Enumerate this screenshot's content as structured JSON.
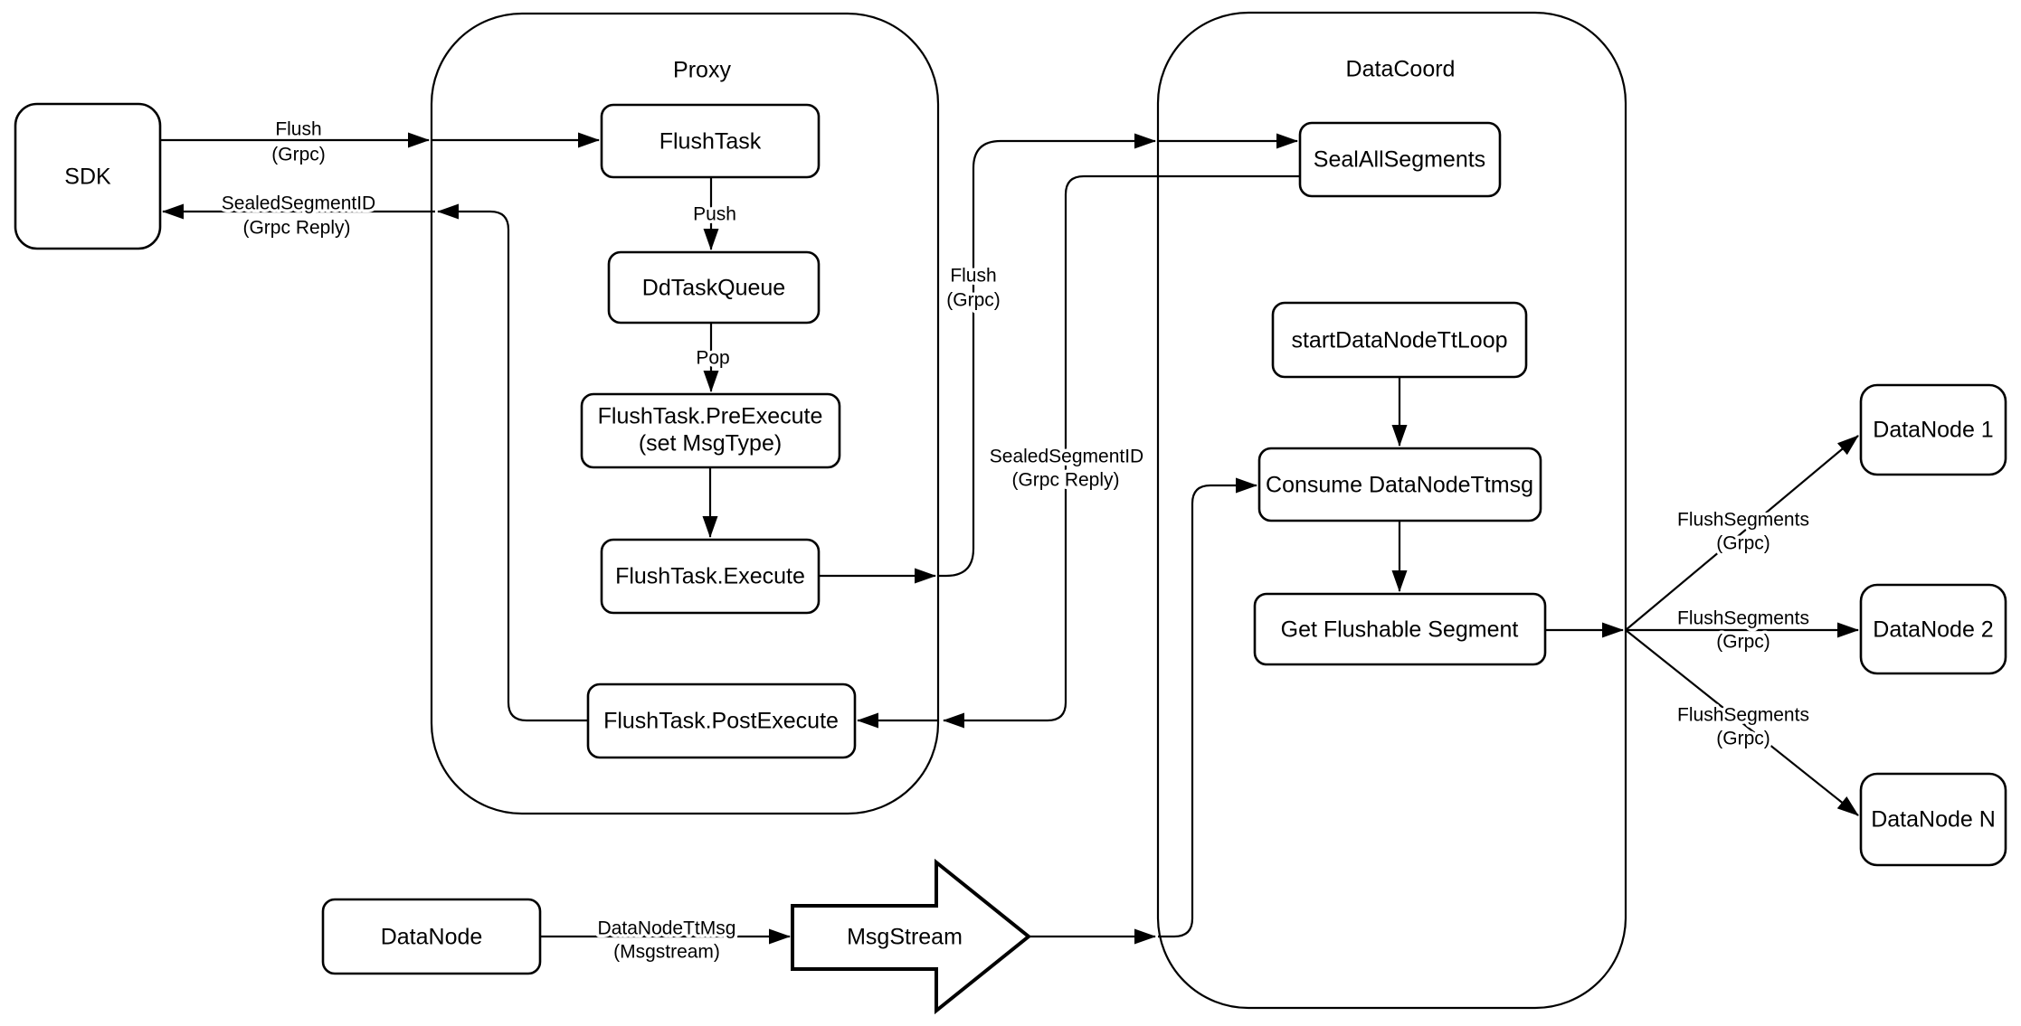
{
  "diagram": {
    "colors": {
      "stroke": "#000000",
      "fill": "#ffffff",
      "background": "#ffffff"
    },
    "containers": {
      "proxy": {
        "label": "Proxy"
      },
      "datacoord": {
        "label": "DataCoord"
      }
    },
    "nodes": {
      "sdk": {
        "label": "SDK"
      },
      "flush_task": {
        "label": "FlushTask"
      },
      "dd_task_queue": {
        "label": "DdTaskQueue"
      },
      "pre_execute": {
        "line1": "FlushTask.PreExecute",
        "line2": "(set MsgType)"
      },
      "execute": {
        "label": "FlushTask.Execute"
      },
      "post_execute": {
        "label": "FlushTask.PostExecute"
      },
      "seal_all_segments": {
        "label": "SealAllSegments"
      },
      "start_datanode_tt_loop": {
        "label": "startDataNodeTtLoop"
      },
      "consume_datanode_ttmsg": {
        "label": "Consume DataNodeTtmsg"
      },
      "get_flushable_segment": {
        "label": "Get Flushable Segment"
      },
      "datanode_1": {
        "label": "DataNode 1"
      },
      "datanode_2": {
        "label": "DataNode 2"
      },
      "datanode_n": {
        "label": "DataNode N"
      },
      "datanode_bottom": {
        "label": "DataNode"
      },
      "msgstream": {
        "label": "MsgStream"
      }
    },
    "edge_labels": {
      "flush_sdk": {
        "line1": "Flush",
        "line2": "(Grpc)"
      },
      "sealed_sdk": {
        "line1": "SealedSegmentID",
        "line2": "(Grpc Reply)"
      },
      "push": {
        "label": "Push"
      },
      "pop": {
        "label": "Pop"
      },
      "flush_grpc": {
        "line1": "Flush",
        "line2": "(Grpc)"
      },
      "sealed_reply": {
        "line1": "SealedSegmentID",
        "line2": "(Grpc Reply)"
      },
      "datanode_ttmsg": {
        "line1": "DataNodeTtMsg",
        "line2": "(Msgstream)"
      },
      "flush_segments_1": {
        "line1": "FlushSegments",
        "line2": "(Grpc)"
      },
      "flush_segments_2": {
        "line1": "FlushSegments",
        "line2": "(Grpc)"
      },
      "flush_segments_3": {
        "line1": "FlushSegments",
        "line2": "(Grpc)"
      }
    }
  }
}
